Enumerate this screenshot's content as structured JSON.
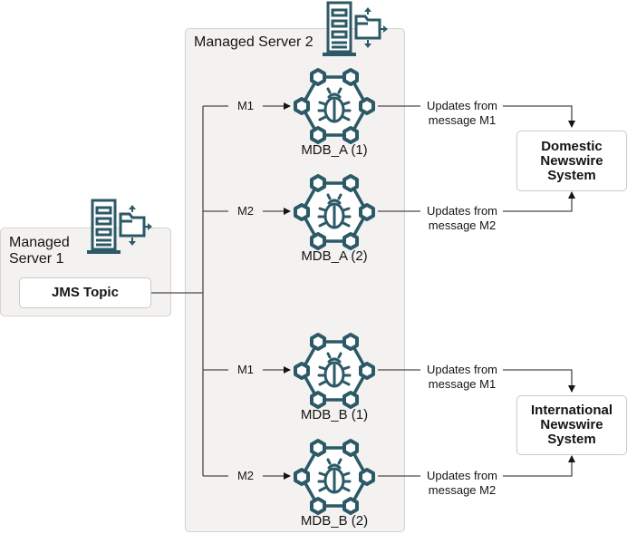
{
  "diagram": {
    "colors": {
      "icon": "#2c5967",
      "panel": "#f3f2f0",
      "line": "#4a4a4a"
    },
    "server1": {
      "title_line1": "Managed",
      "title_line2": "Server 1",
      "icon": "server-with-folder-icon",
      "topic": "JMS Topic"
    },
    "server2": {
      "title": "Managed Server 2",
      "icon": "server-with-folder-icon"
    },
    "mdbs": [
      {
        "name": "MDB_A (1)",
        "message": "M1",
        "icon": "mdb-bug-network-icon",
        "output": "Updates from\nmessage M1",
        "output_line1": "Updates from",
        "output_line2": "message M1"
      },
      {
        "name": "MDB_A (2)",
        "message": "M2",
        "icon": "mdb-bug-network-icon",
        "output_line1": "Updates from",
        "output_line2": "message M2"
      },
      {
        "name": "MDB_B (1)",
        "message": "M1",
        "icon": "mdb-bug-network-icon",
        "output_line1": "Updates from",
        "output_line2": "message M1"
      },
      {
        "name": "MDB_B (2)",
        "message": "M2",
        "icon": "mdb-bug-network-icon",
        "output_line1": "Updates from",
        "output_line2": "message M2"
      }
    ],
    "systems": [
      {
        "line1": "Domestic",
        "line2": "Newswire",
        "line3": "System"
      },
      {
        "line1": "International",
        "line2": "Newswire",
        "line3": "System"
      }
    ]
  }
}
